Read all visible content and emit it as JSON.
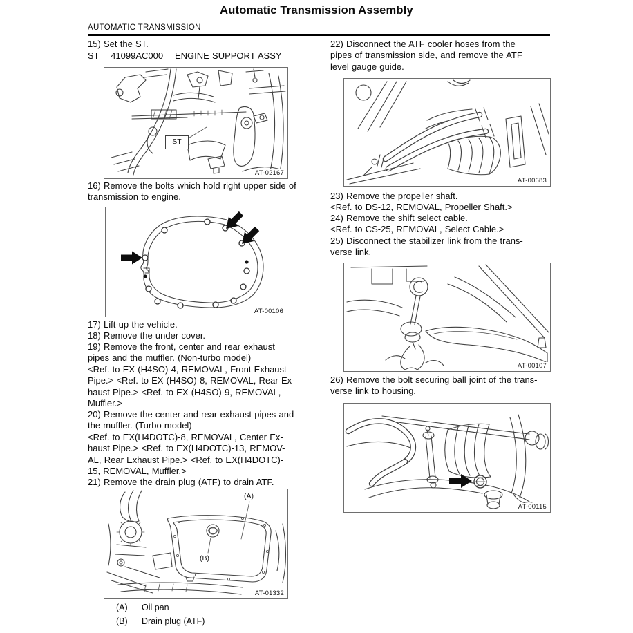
{
  "page": {
    "title": "Automatic Transmission Assembly",
    "section": "AUTOMATIC TRANSMISSION"
  },
  "left": {
    "step15": "15) Set the ST.",
    "st_line": "ST    41099AC000    ENGINE SUPPORT ASSY",
    "fig1": {
      "code": "AT-02167",
      "st_label": "ST"
    },
    "step16": "16) Remove the bolts which hold right upper side of\ntransmission to engine.",
    "fig2": {
      "code": "AT-00106"
    },
    "step17": "17) Lift-up the vehicle.",
    "step18": "18) Remove the under cover.",
    "step19": "19) Remove the front, center and rear exhaust\npipes and the muffler. (Non-turbo model)",
    "ref19": "<Ref. to EX (H4SO)-4, REMOVAL, Front Exhaust\nPipe.> <Ref. to EX (H4SO)-8, REMOVAL, Rear Ex-\nhaust Pipe.> <Ref. to EX (H4SO)-9, REMOVAL,\nMuffler.>",
    "step20": "20) Remove the center and rear exhaust pipes and\nthe muffler. (Turbo model)",
    "ref20": "<Ref. to EX(H4DOTC)-8, REMOVAL, Center Ex-\nhaust Pipe.> <Ref. to EX(H4DOTC)-13, REMOV-\nAL, Rear Exhaust Pipe.> <Ref. to EX(H4DOTC)-\n15, REMOVAL, Muffler.>",
    "step21": "21) Remove the drain plug (ATF) to drain ATF.",
    "fig3": {
      "code": "AT-01332",
      "label_a": "(A)",
      "label_b": "(B)"
    },
    "legend": [
      {
        "key": "(A)",
        "label": "Oil pan"
      },
      {
        "key": "(B)",
        "label": "Drain plug (ATF)"
      }
    ]
  },
  "right": {
    "step22": "22) Disconnect the ATF cooler hoses from the\npipes of transmission side, and remove the ATF\nlevel gauge guide.",
    "fig4": {
      "code": "AT-00683"
    },
    "step23": "23) Remove the propeller shaft.",
    "ref23": "<Ref. to DS-12, REMOVAL, Propeller Shaft.>",
    "step24": "24) Remove the shift select cable.",
    "ref24": "<Ref. to CS-25, REMOVAL, Select Cable.>",
    "step25": "25) Disconnect the stabilizer link from the trans-\nverse link.",
    "fig5": {
      "code": "AT-00107"
    },
    "step26": "26) Remove the bolt securing ball joint of the trans-\nverse link to housing.",
    "fig6": {
      "code": "AT-00115"
    }
  }
}
